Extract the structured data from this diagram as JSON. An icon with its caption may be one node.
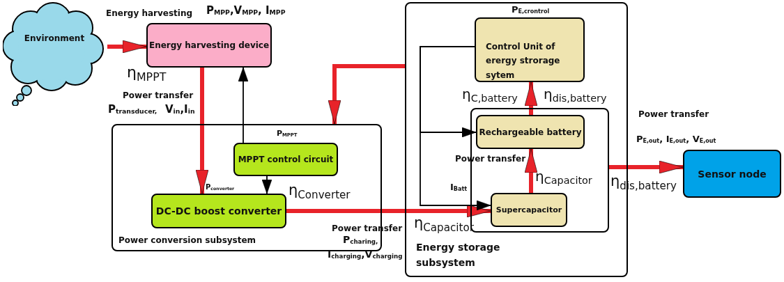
{
  "diagram": {
    "nodes": [
      {
        "text": [
          "Environment"
        ]
      },
      {
        "text": [
          "Energy harvesting device"
        ],
        "beside": [
          "P$_{MPP}$,V$_{MPP}$, I$_{MPP}$"
        ]
      },
      {
        "text": [
          "Power conversion subsystem"
        ]
      },
      {
        "text": [
          "MPPT control circuit"
        ],
        "in": 2,
        "beside": [
          "P$_{MPPT}$"
        ]
      },
      {
        "text": [
          "DC-DC boost converter"
        ],
        "in": 2,
        "beside": [
          "P$_{converter}$"
        ]
      },
      {
        "text": [
          "Energy storage subsystem"
        ]
      },
      {
        "text": [
          "Control Unit of erergy strorage sytem"
        ],
        "in": 5,
        "beside": [
          "P$_{E,crontrol}$"
        ]
      },
      {
        "text": [],
        "shape": "box",
        "in": 5
      },
      {
        "text": [
          "Rechargeable battery"
        ],
        "in": 7
      },
      {
        "text": [
          "Supercapacitor"
        ],
        "in": 7
      },
      {
        "text": [
          "Sensor node"
        ]
      }
    ],
    "edges": [
      {
        "from": 0,
        "to": 1,
        "arrow": "to"
      },
      {
        "from": 1,
        "to": 4,
        "arrow": "to"
      },
      {
        "from": 5,
        "to": 2,
        "arrow": "to"
      },
      {
        "from": 3,
        "to": 1,
        "arrow": "to",
        "color": "#000000"
      },
      {
        "from": 3,
        "to": 4,
        "arrow": "to",
        "color": "#000000"
      },
      {
        "from": 4,
        "to": 9,
        "arrow": "to"
      },
      {
        "from": 9,
        "to": 8,
        "arrow": "to"
      },
      {
        "from": 8,
        "to": 6,
        "arrow": "to"
      },
      {
        "from": 7,
        "to": 10,
        "arrow": "to"
      },
      {
        "from": 6,
        "to": 8,
        "arrow": "to",
        "color": "#000000"
      },
      {
        "from": 6,
        "to": 9,
        "arrow": "to",
        "color": "#000000"
      }
    ],
    "labels": [
      "Energy harvesting",
      "η$_{MPPT}$",
      "η$_{C,battery}$",
      "η$_{dis,battery}$",
      "Power transfer",
      "P$_{transducer,}$",
      "V$_{in}$,I$_{in}$",
      "Power transfer",
      "P$_{E,out}$, I$_{E,out}$, V$_{E,out}$",
      "Power transfer",
      "η$_{dis,battery}$",
      "η$_{Capacitor}$",
      "I$_{Batt}$",
      "η$_{Converter}$",
      "η$_{Capacitor}$",
      "Power transfer",
      "P$_{charing,}$",
      "I$_{charging}$,V$_{charging}$"
    ]
  }
}
